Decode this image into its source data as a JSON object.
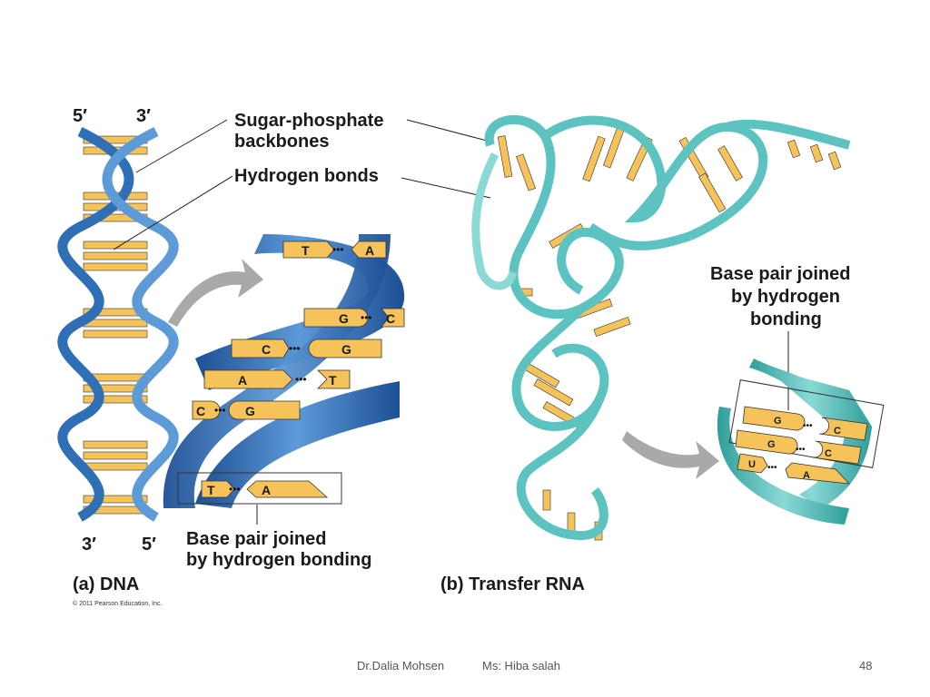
{
  "labels": {
    "dna_top_5": "5′",
    "dna_top_3": "3′",
    "dna_bottom_3": "3′",
    "dna_bottom_5": "5′",
    "sugar_phosphate": "Sugar-phosphate",
    "backbones": "backbones",
    "hydrogen_bonds": "Hydrogen bonds",
    "dna_base_pair_line1": "Base pair joined",
    "dna_base_pair_line2": "by hydrogen bonding",
    "rna_base_pair_line1": "Base pair joined",
    "rna_base_pair_line2": "by hydrogen",
    "rna_base_pair_line3": "bonding",
    "panel_a": "(a) DNA",
    "panel_b": "(b) Transfer RNA",
    "copyright": "© 2011 Pearson Education, Inc."
  },
  "dna_pairs": [
    {
      "left": "T",
      "right": "A"
    },
    {
      "left": "G",
      "right": "C"
    },
    {
      "left": "C",
      "right": "G"
    },
    {
      "left": "A",
      "right": "T"
    },
    {
      "left": "C",
      "right": "G"
    },
    {
      "left": "T",
      "right": "A"
    }
  ],
  "rna_pairs": [
    {
      "left": "G",
      "right": "C"
    },
    {
      "left": "G",
      "right": "C"
    },
    {
      "left": "U",
      "right": "A"
    }
  ],
  "footer": {
    "author1": "Dr.Dalia Mohsen",
    "author2": "Ms: Hiba salah",
    "page": "48"
  },
  "colors": {
    "dna_strand": "#2f6fb5",
    "rna_strand": "#5cc3c0",
    "base": "#f5c35a",
    "arrow": "#a9a9a9"
  }
}
